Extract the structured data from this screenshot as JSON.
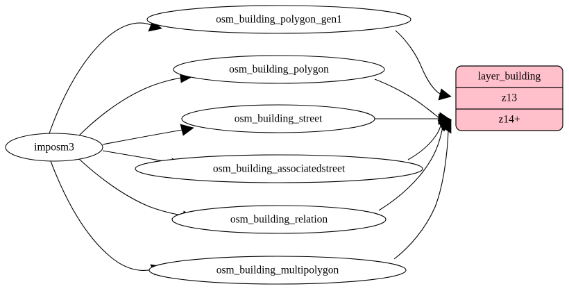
{
  "diagram": {
    "type": "graphviz-directed-graph",
    "background_color": "#ffffff",
    "edge_color": "#000000",
    "node_fill_color": "#ffffff",
    "node_stroke_color": "#000000",
    "record_fill_color": "#ffc0cb",
    "source": {
      "id": "imposm3",
      "label": "imposm3",
      "shape": "ellipse"
    },
    "tables": [
      {
        "id": "osm_building_polygon_gen1",
        "label": "osm_building_polygon_gen1",
        "shape": "ellipse"
      },
      {
        "id": "osm_building_polygon",
        "label": "osm_building_polygon",
        "shape": "ellipse"
      },
      {
        "id": "osm_building_street",
        "label": "osm_building_street",
        "shape": "ellipse"
      },
      {
        "id": "osm_building_associatedstreet",
        "label": "osm_building_associatedstreet",
        "shape": "ellipse"
      },
      {
        "id": "osm_building_relation",
        "label": "osm_building_relation",
        "shape": "ellipse"
      },
      {
        "id": "osm_building_multipolygon",
        "label": "osm_building_multipolygon",
        "shape": "ellipse"
      }
    ],
    "layer": {
      "id": "layer_building",
      "shape": "record",
      "fill": "#ffc0cb",
      "fields": [
        {
          "id": "title",
          "label": "layer_building"
        },
        {
          "id": "z13",
          "label": "z13"
        },
        {
          "id": "z14",
          "label": "z14+"
        }
      ]
    },
    "edges": [
      {
        "from": "imposm3",
        "to": "osm_building_polygon_gen1"
      },
      {
        "from": "imposm3",
        "to": "osm_building_polygon"
      },
      {
        "from": "imposm3",
        "to": "osm_building_street"
      },
      {
        "from": "imposm3",
        "to": "osm_building_associatedstreet"
      },
      {
        "from": "imposm3",
        "to": "osm_building_relation"
      },
      {
        "from": "imposm3",
        "to": "osm_building_multipolygon"
      },
      {
        "from": "osm_building_polygon_gen1",
        "to": "layer_building.z13"
      },
      {
        "from": "osm_building_polygon",
        "to": "layer_building.z14"
      },
      {
        "from": "osm_building_street",
        "to": "layer_building.z14"
      },
      {
        "from": "osm_building_associatedstreet",
        "to": "layer_building.z14"
      },
      {
        "from": "osm_building_relation",
        "to": "layer_building.z14"
      },
      {
        "from": "osm_building_multipolygon",
        "to": "layer_building.z14"
      }
    ]
  }
}
